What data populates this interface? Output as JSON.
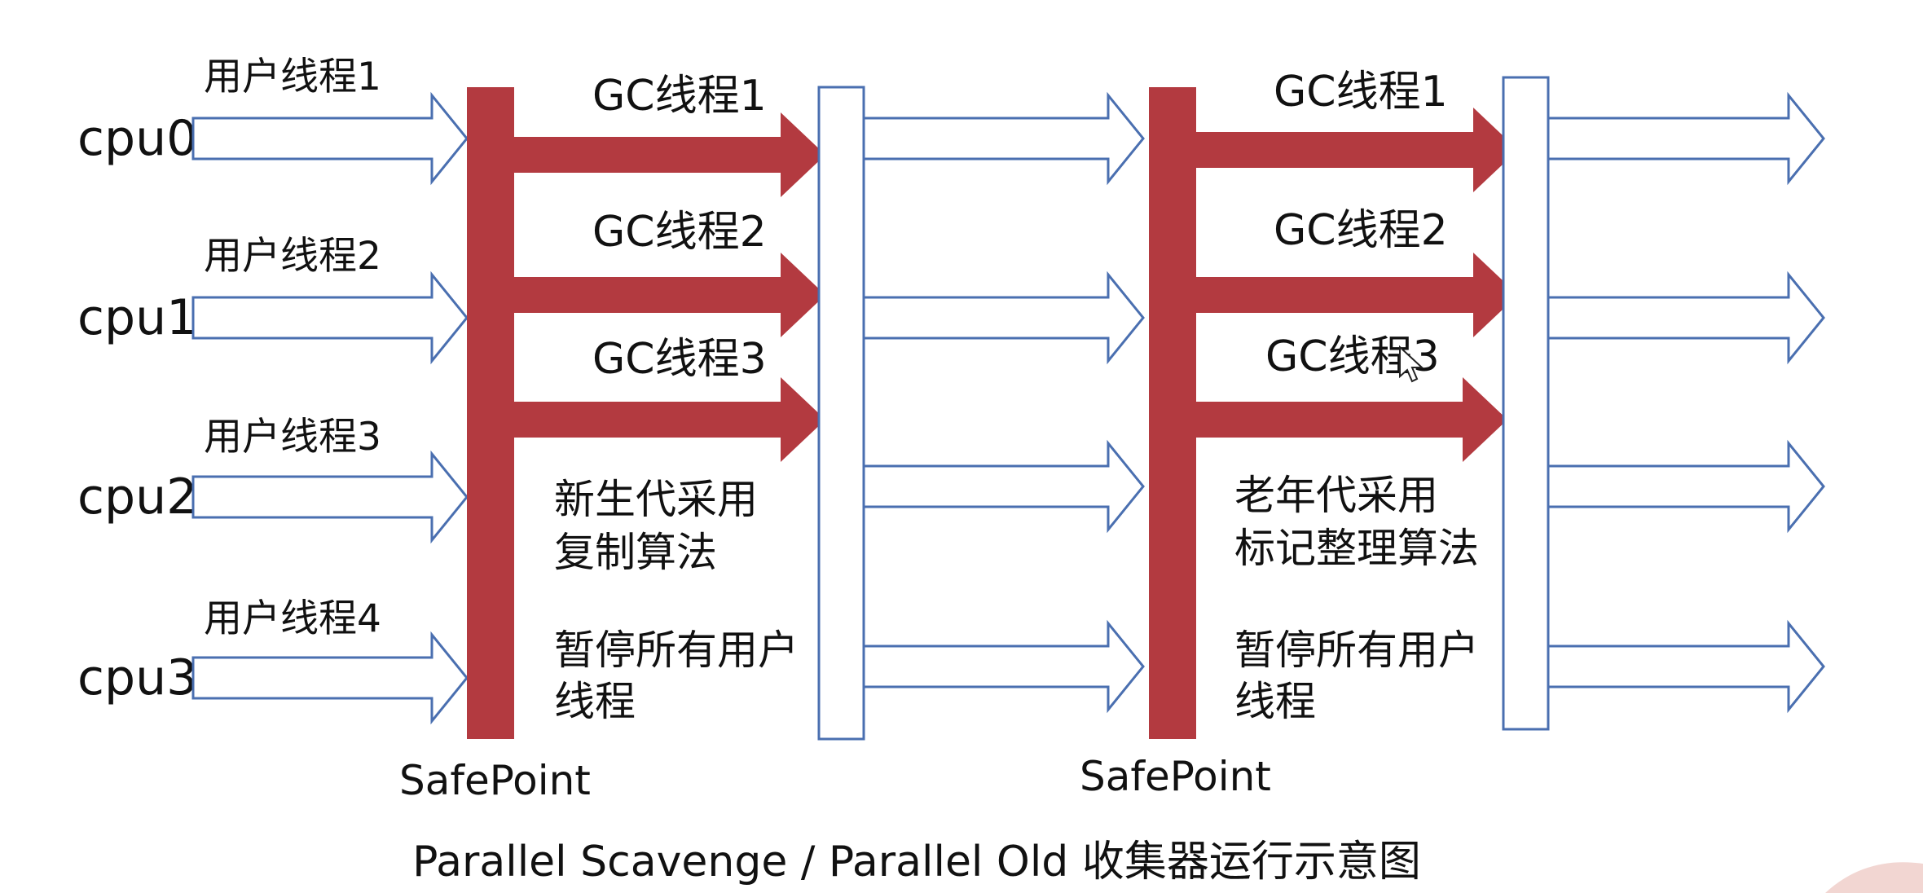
{
  "cpus": [
    "cpu0",
    "cpu1",
    "cpu2",
    "cpu3"
  ],
  "user_threads": [
    "用户线程1",
    "用户线程2",
    "用户线程3",
    "用户线程4"
  ],
  "young_phase": {
    "gc_threads": [
      "GC线程1",
      "GC线程2",
      "GC线程3"
    ],
    "note_lines": [
      "新生代采用",
      "复制算法"
    ],
    "pause_lines": [
      "暂停所有用户",
      "线程"
    ],
    "safepoint_label": "SafePoint"
  },
  "old_phase": {
    "gc_threads": [
      "GC线程1",
      "GC线程2",
      "GC线程3"
    ],
    "note_lines": [
      "老年代采用",
      "标记整理算法"
    ],
    "pause_lines": [
      "暂停所有用户",
      "线程"
    ],
    "safepoint_label": "SafePoint"
  },
  "caption": "Parallel Scavenge / Parallel Old 收集器运行示意图",
  "colors": {
    "gc_bar": "#b33a40",
    "outline": "#4a6fb0",
    "text": "#111111"
  }
}
